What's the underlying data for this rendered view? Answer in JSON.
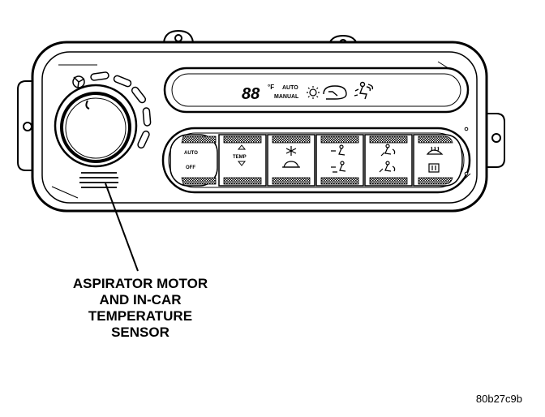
{
  "callout": {
    "lines": [
      "ASPIRATOR MOTOR",
      "AND IN-CAR",
      "TEMPERATURE",
      "SENSOR"
    ]
  },
  "figure_id": "80b27c9b",
  "display": {
    "digits": "88",
    "degree_unit": "°F",
    "mode_auto": "AUTO",
    "mode_manual": "MANUAL"
  },
  "buttons": {
    "auto_top": "AUTO",
    "auto_bottom": "OFF",
    "temp": "TEMP"
  },
  "icons": [
    "fan-icon",
    "sun-icon",
    "recirculation-icon",
    "defrost-icon",
    "panel-vent-icon",
    "floor-vent-icon",
    "rear-defrost-icon"
  ]
}
